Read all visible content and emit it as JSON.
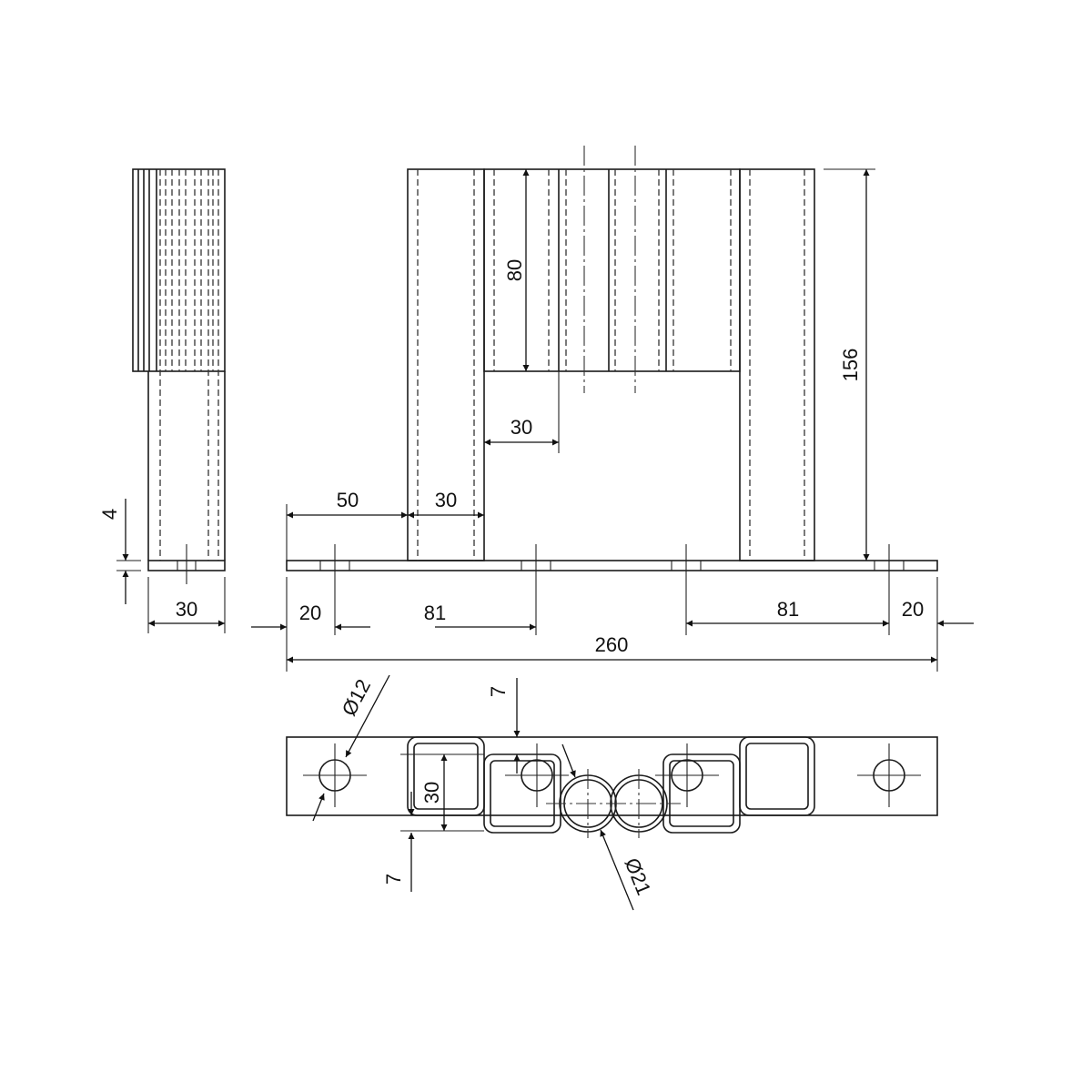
{
  "dimensions": {
    "side_thickness": "4",
    "side_width": "30",
    "inner_height": "80",
    "total_height": "156",
    "tube_step": "30",
    "left_margin": "50",
    "tube_width": "30",
    "left_edge": "20",
    "left_hole_spacing": "81",
    "right_hole_spacing": "81",
    "right_edge": "20",
    "overall_length": "260",
    "hole_diameter": "Ø12",
    "tube_offset_top": "7",
    "tube_offset_bottom": "7",
    "tube_size": "30",
    "round_tube_diameter": "Ø21"
  }
}
